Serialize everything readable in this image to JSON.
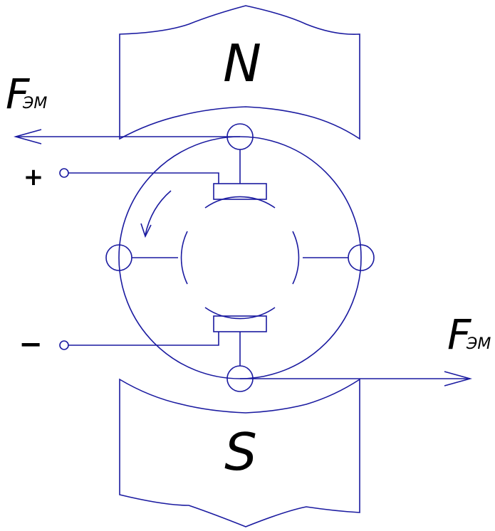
{
  "colors": {
    "lines": "#1a1aa0",
    "text": "#000000",
    "background": "#ffffff"
  },
  "poles": {
    "north": "N",
    "south": "S"
  },
  "force_top": {
    "main": "F",
    "sub": "ЭМ"
  },
  "force_bottom": {
    "main": "F",
    "sub": "ЭМ"
  },
  "terminals": {
    "plus": "+",
    "minus": "−"
  }
}
